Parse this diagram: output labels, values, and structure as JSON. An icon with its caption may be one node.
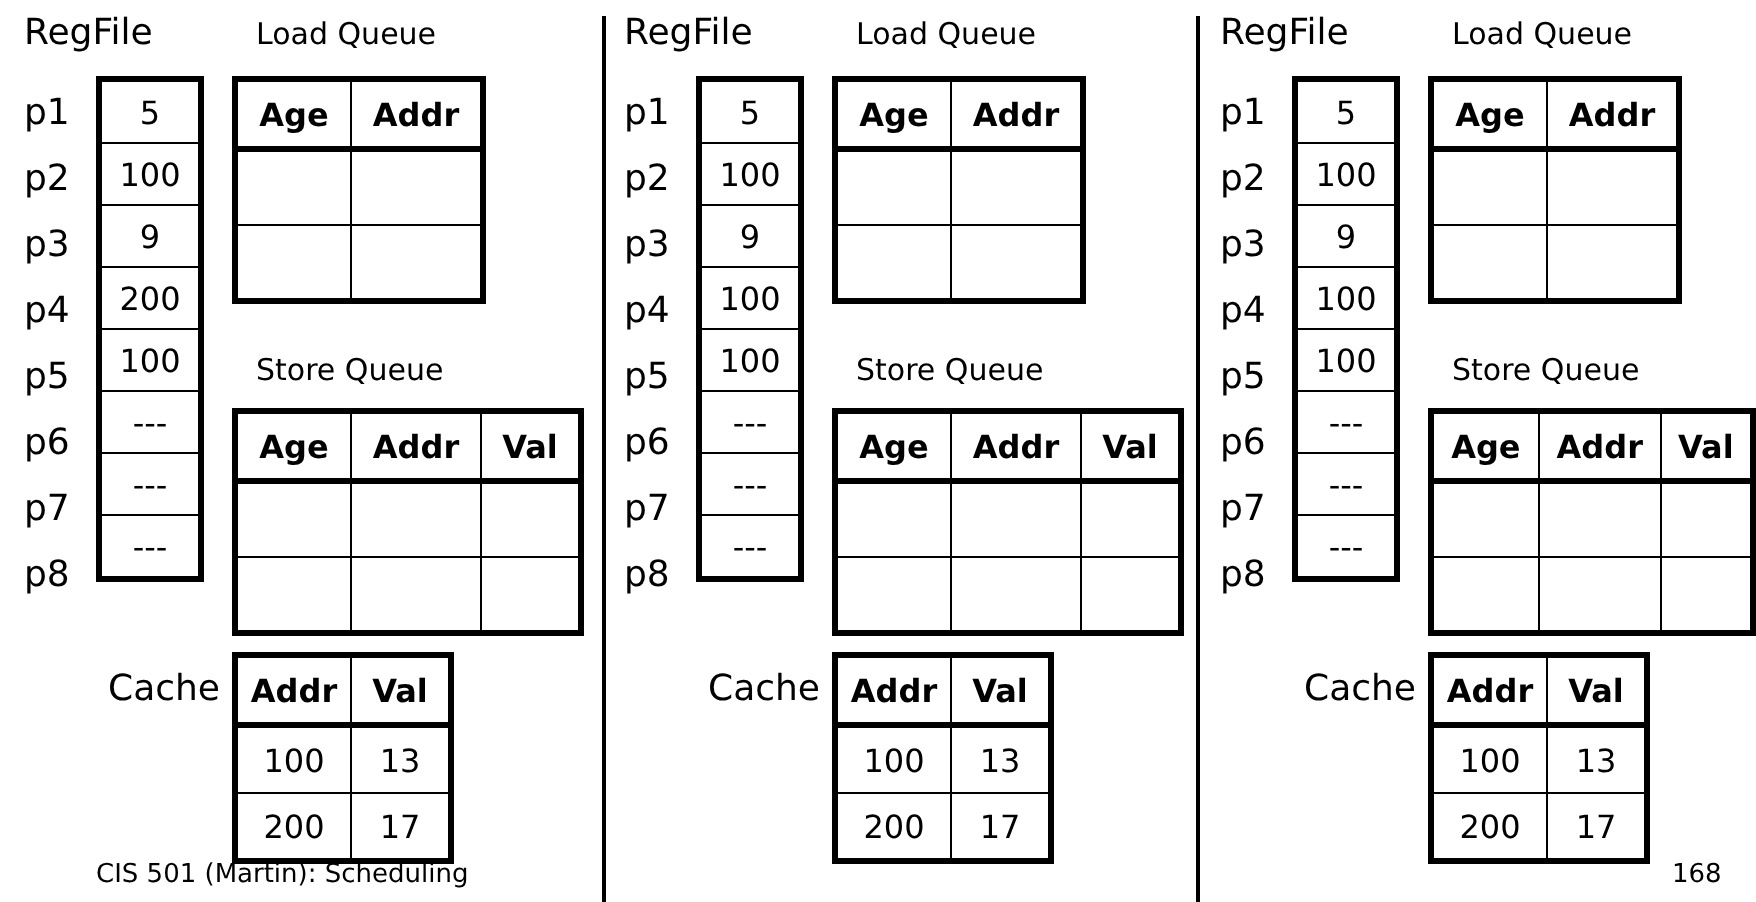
{
  "diagram": {
    "labels": [
      "RegFile",
      "p1",
      "5",
      "p2",
      "100",
      "p3",
      "9",
      "p4",
      "200",
      "p5",
      "100",
      "p6",
      "---",
      "p7",
      "---",
      "p8",
      "---",
      "Load Queue",
      "Age",
      "Addr",
      "Store Queue",
      "Age",
      "Addr",
      "Val",
      "Cache",
      "Addr",
      "Val",
      "100",
      "13",
      "200",
      "17",
      "RegFile",
      "p1",
      "5",
      "p2",
      "100",
      "p3",
      "9",
      "p4",
      "100",
      "p5",
      "100",
      "p6",
      "---",
      "p7",
      "---",
      "p8",
      "---",
      "Load Queue",
      "Age",
      "Addr",
      "Store Queue",
      "Age",
      "Addr",
      "Val",
      "Cache",
      "Addr",
      "Val",
      "100",
      "13",
      "200",
      "17",
      "RegFile",
      "p1",
      "5",
      "p2",
      "100",
      "p3",
      "9",
      "p4",
      "100",
      "p5",
      "100",
      "p6",
      "---",
      "p7",
      "---",
      "p8",
      "---",
      "Load Queue",
      "Age",
      "Addr",
      "Store Queue",
      "Age",
      "Addr",
      "Val",
      "Cache",
      "Addr",
      "Val",
      "100",
      "13",
      "200",
      "17",
      "CIS 501 (Martin): Scheduling",
      "168"
    ]
  }
}
